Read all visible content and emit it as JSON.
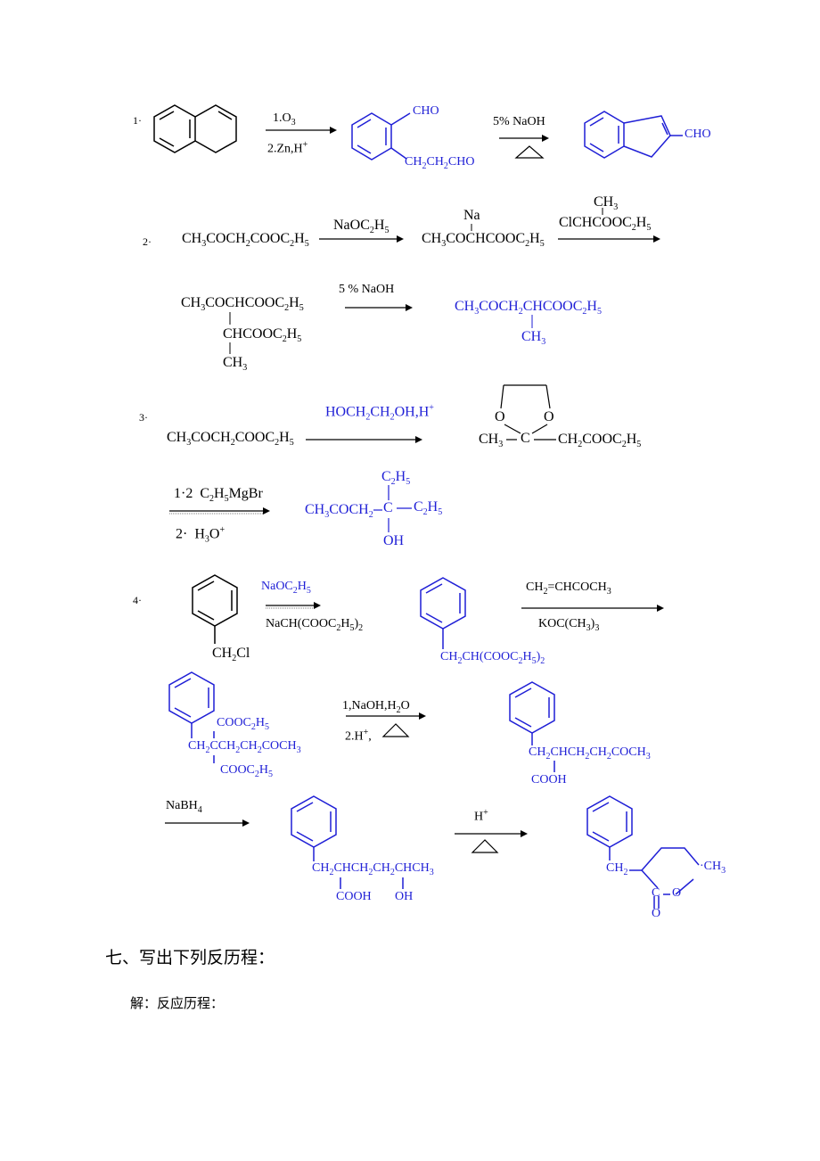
{
  "colors": {
    "text": "#000000",
    "product": "#1f1fd6"
  },
  "r1": {
    "num": "1·",
    "reagent1": "1.O3",
    "reagent2": "2.Zn,H+",
    "product1_top": "CHO",
    "product1_bottom": "CH2CH2CHO",
    "reagent3": "5% NaOH",
    "product2": "CHO"
  },
  "r2": {
    "num": "2·",
    "start": "CH3COCH2COOC2H5",
    "reagent1": "NaOC2H5",
    "inter_na": "Na",
    "inter": "CH3COCHCOOC2H5",
    "reagent2_ch3": "CH3",
    "reagent2": "ClCHCOOC2H5",
    "adduct_l1": "CH3COCHCOOC2H5",
    "adduct_l2": "CHCOOC2H5",
    "adduct_l3": "CH3",
    "reagent3": "5 % NaOH",
    "product_l1": "CH3COCH2CHCOOC2H5",
    "product_l2": "CH3"
  },
  "r3": {
    "num": "3·",
    "start": "CH3COCH2COOC2H5",
    "reagent1": "HOCH2CH2OH,H+",
    "ketal_o1": "O",
    "ketal_o2": "O",
    "ketal_ch3": "CH3",
    "ketal_c": "C",
    "ketal_right": "CH2COOC2H5",
    "reagent2a": "1·2  C2H5MgBr",
    "reagent2b": "2·  H3O+",
    "product_top": "C2H5",
    "product_left": "CH3COCH2",
    "product_c": "C",
    "product_right": "C2H5",
    "product_bottom": "OH"
  },
  "r4": {
    "num": "4·",
    "start_sub": "CH2Cl",
    "reagent1a": "NaOC2H5",
    "reagent1b": "NaCH(COOC2H5)2",
    "product1": "CH2CH(COOC2H5)2",
    "reagent2a": "CH2=CHCOCH3",
    "reagent2b": "KOC(CH3)3",
    "michael_t": "COOC2H5",
    "michael_m": "CH2CCH2CH2COCH3",
    "michael_b": "COOC2H5",
    "reagent3a": "1,NaOH,H2O",
    "reagent3b": "2.H+,",
    "acid_main": "CH2CHCH2CH2COCH3",
    "acid_cooh": "COOH",
    "reagent4": "NaBH4",
    "alc_main": "CH2CHCH2CH2CHCH3",
    "alc_cooh": "COOH",
    "alc_oh": "OH",
    "reagent5": "H+",
    "lac_ch2": "CH2",
    "lac_ch3": "CH3",
    "lac_c": "C",
    "lac_o_ring": "O",
    "lac_o_carbonyl": "O"
  },
  "section7": {
    "heading": "七、写出下列反历程：",
    "answer": "解：反应历程："
  }
}
